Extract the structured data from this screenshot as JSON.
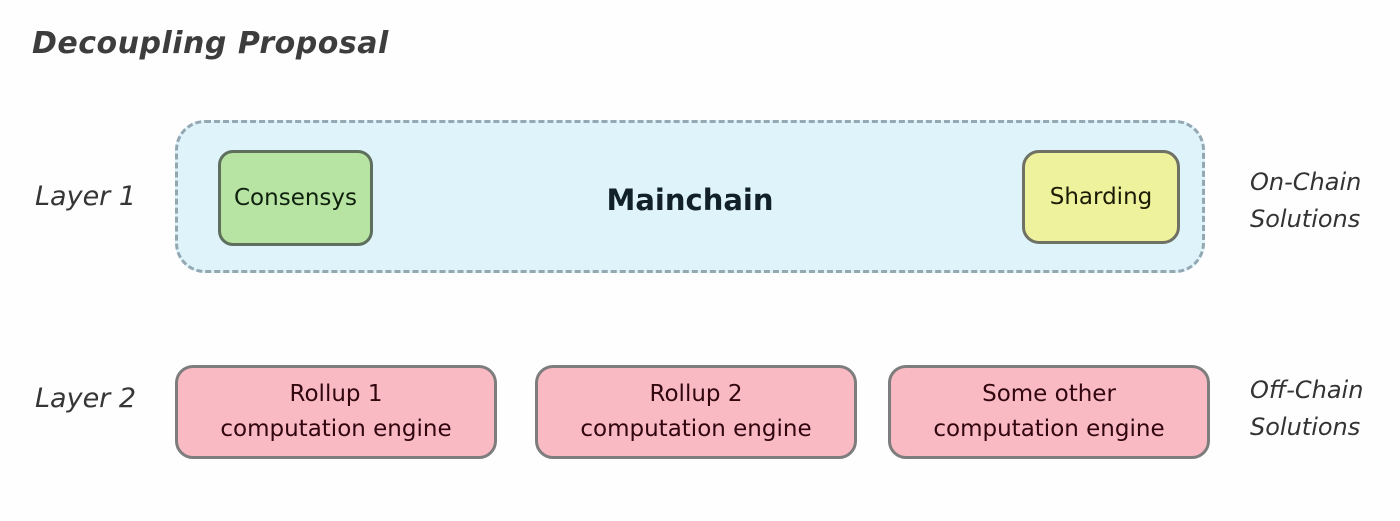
{
  "title": "Decoupling Proposal",
  "layer1": {
    "label": "Layer 1",
    "container_title": "Mainchain",
    "nodes": [
      {
        "label": "Consensys",
        "fill": "#b7e4a2",
        "border": "#5e6f5e"
      },
      {
        "label": "Sharding",
        "fill": "#eef29c",
        "border": "#6e7163"
      }
    ],
    "side_note": {
      "line1": "On-Chain",
      "line2": "Solutions"
    }
  },
  "layer2": {
    "label": "Layer 2",
    "nodes": [
      {
        "line1": "Rollup 1",
        "line2": "computation engine"
      },
      {
        "line1": "Rollup 2",
        "line2": "computation engine"
      },
      {
        "line1": "Some other",
        "line2": "computation engine"
      }
    ],
    "side_note": {
      "line1": "Off-Chain",
      "line2": "Solutions"
    }
  },
  "colors": {
    "container_fill": "#def3fa",
    "container_border": "#94a8b3",
    "rollup_fill": "#f9bac4",
    "rollup_border": "#7d7d7d",
    "title_text": "#3d3d3d"
  }
}
